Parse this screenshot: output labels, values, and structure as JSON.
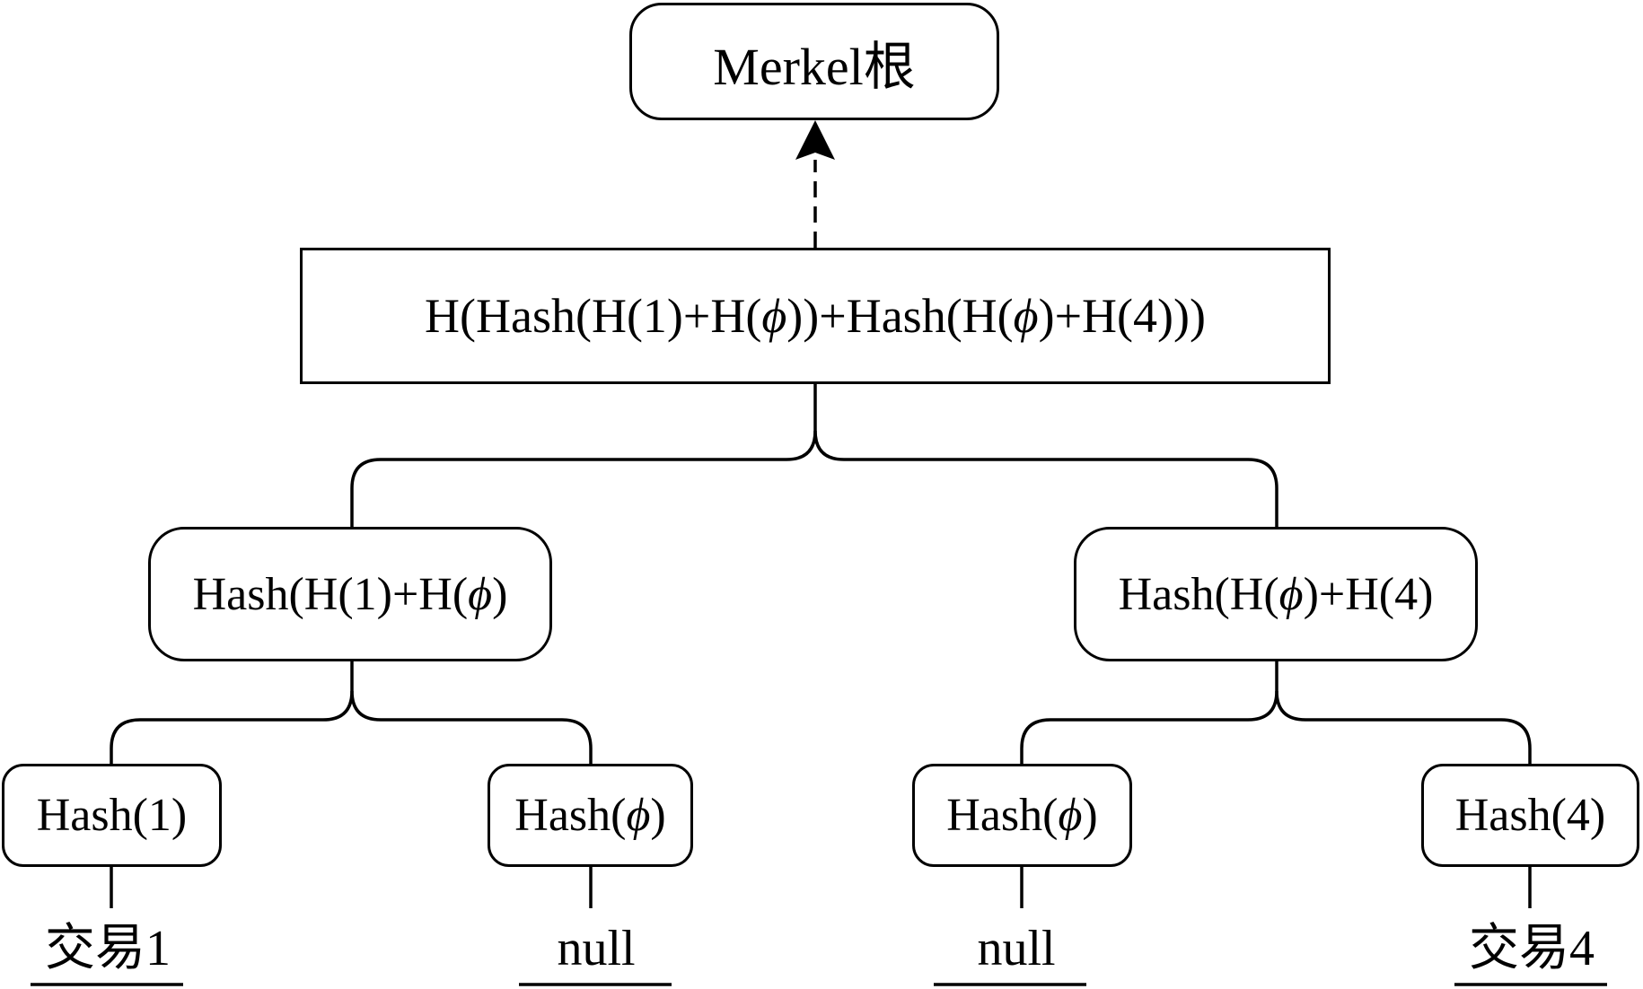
{
  "root": {
    "label": "Merkel根"
  },
  "top": {
    "parts": [
      "H(Hash(H(1)+H(",
      "ϕ",
      "))+Hash(H(",
      "ϕ",
      ")+H(4)))"
    ]
  },
  "left_mid": {
    "parts": [
      "Hash(H(1)+H(",
      "ϕ",
      ")"
    ]
  },
  "right_mid": {
    "parts": [
      "Hash(H(",
      "ϕ",
      ")+H(4)"
    ]
  },
  "leaves": [
    {
      "parts": [
        "Hash(1)"
      ],
      "tx": "交易1"
    },
    {
      "parts": [
        "Hash(",
        "ϕ",
        ")"
      ],
      "tx": "null"
    },
    {
      "parts": [
        "Hash(",
        "ϕ",
        ")"
      ],
      "tx": "null"
    },
    {
      "parts": [
        "Hash(4)"
      ],
      "tx": "交易4"
    }
  ]
}
